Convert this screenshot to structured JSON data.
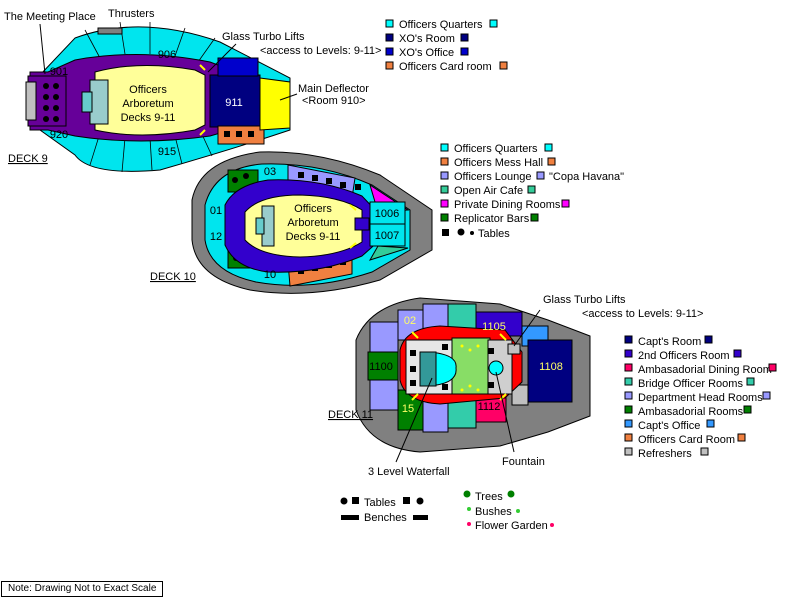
{
  "deck9": {
    "label": "DECK 9",
    "meeting_place": "The Meeting Place",
    "thrusters": "Thrusters",
    "glass_lifts": "Glass Turbo Lifts",
    "lift_access": "<access to Levels: 9-11>",
    "main_deflector": "Main Deflector",
    "room_910": "<Room 910>",
    "arboretum": [
      "Officers",
      "Arboretum",
      "Decks 9-11"
    ],
    "rooms": {
      "r906": "906",
      "r901": "901",
      "r920": "920",
      "r915": "915",
      "r911": "911"
    },
    "legend": [
      {
        "label": "Officers Quarters",
        "color": "#00ffff"
      },
      {
        "label": "XO's Room",
        "color": "#000080"
      },
      {
        "label": "XO's Office",
        "color": "#0000cc"
      },
      {
        "label": "Officers Card room",
        "color": "#f08040"
      }
    ]
  },
  "deck10": {
    "label": "DECK 10",
    "arboretum": [
      "Officers",
      "Arboretum",
      "Decks 9-11"
    ],
    "rooms": {
      "r03": "03",
      "r01": "01",
      "r12": "12",
      "r10": "10",
      "r1006": "1006",
      "r1007": "1007"
    },
    "legend": [
      {
        "label": "Officers Quarters",
        "color": "#00ffff"
      },
      {
        "label": "Officers Mess Hall",
        "color": "#f08040"
      },
      {
        "label": "Officers Lounge",
        "color": "#9999ff",
        "suffix": "\"Copa Havana\""
      },
      {
        "label": "Open Air Cafe",
        "color": "#33cc99"
      },
      {
        "label": "Private Dining Rooms",
        "color": "#ff00ff"
      },
      {
        "label": "Replicator Bars",
        "color": "#008000"
      }
    ],
    "tables_label": "Tables"
  },
  "deck11": {
    "label": "DECK 11",
    "glass_lifts": "Glass Turbo Lifts",
    "lift_access": "<access to Levels: 9-11>",
    "rooms": {
      "r02": "02",
      "r1105": "1105",
      "r1100": "1100",
      "r1108": "1108",
      "r15": "15",
      "r1112": "1112"
    },
    "waterfall": "3 Level Waterfall",
    "fountain": "Fountain",
    "legend": [
      {
        "label": "Capt's Room",
        "color": "#000080"
      },
      {
        "label": "2nd Officers Room",
        "color": "#3300cc"
      },
      {
        "label": "Ambasadorial Dining Room",
        "color": "#ff0066"
      },
      {
        "label": "Bridge Officer Rooms",
        "color": "#33ccaa"
      },
      {
        "label": "Department Head Rooms",
        "color": "#9999ff"
      },
      {
        "label": "Ambasadorial Rooms",
        "color": "#008000"
      },
      {
        "label": "Capt's  Office",
        "color": "#3399ff"
      },
      {
        "label": "Officers Card Room",
        "color": "#f08040"
      },
      {
        "label": "Refreshers",
        "color": "#c0c0c0"
      }
    ]
  },
  "bottom_legend": {
    "tables": "Tables",
    "benches": "Benches",
    "trees": "Trees",
    "bushes": "Bushes",
    "flower_garden": "Flower Garden"
  },
  "note": "Note:  Drawing Not to Exact Scale"
}
